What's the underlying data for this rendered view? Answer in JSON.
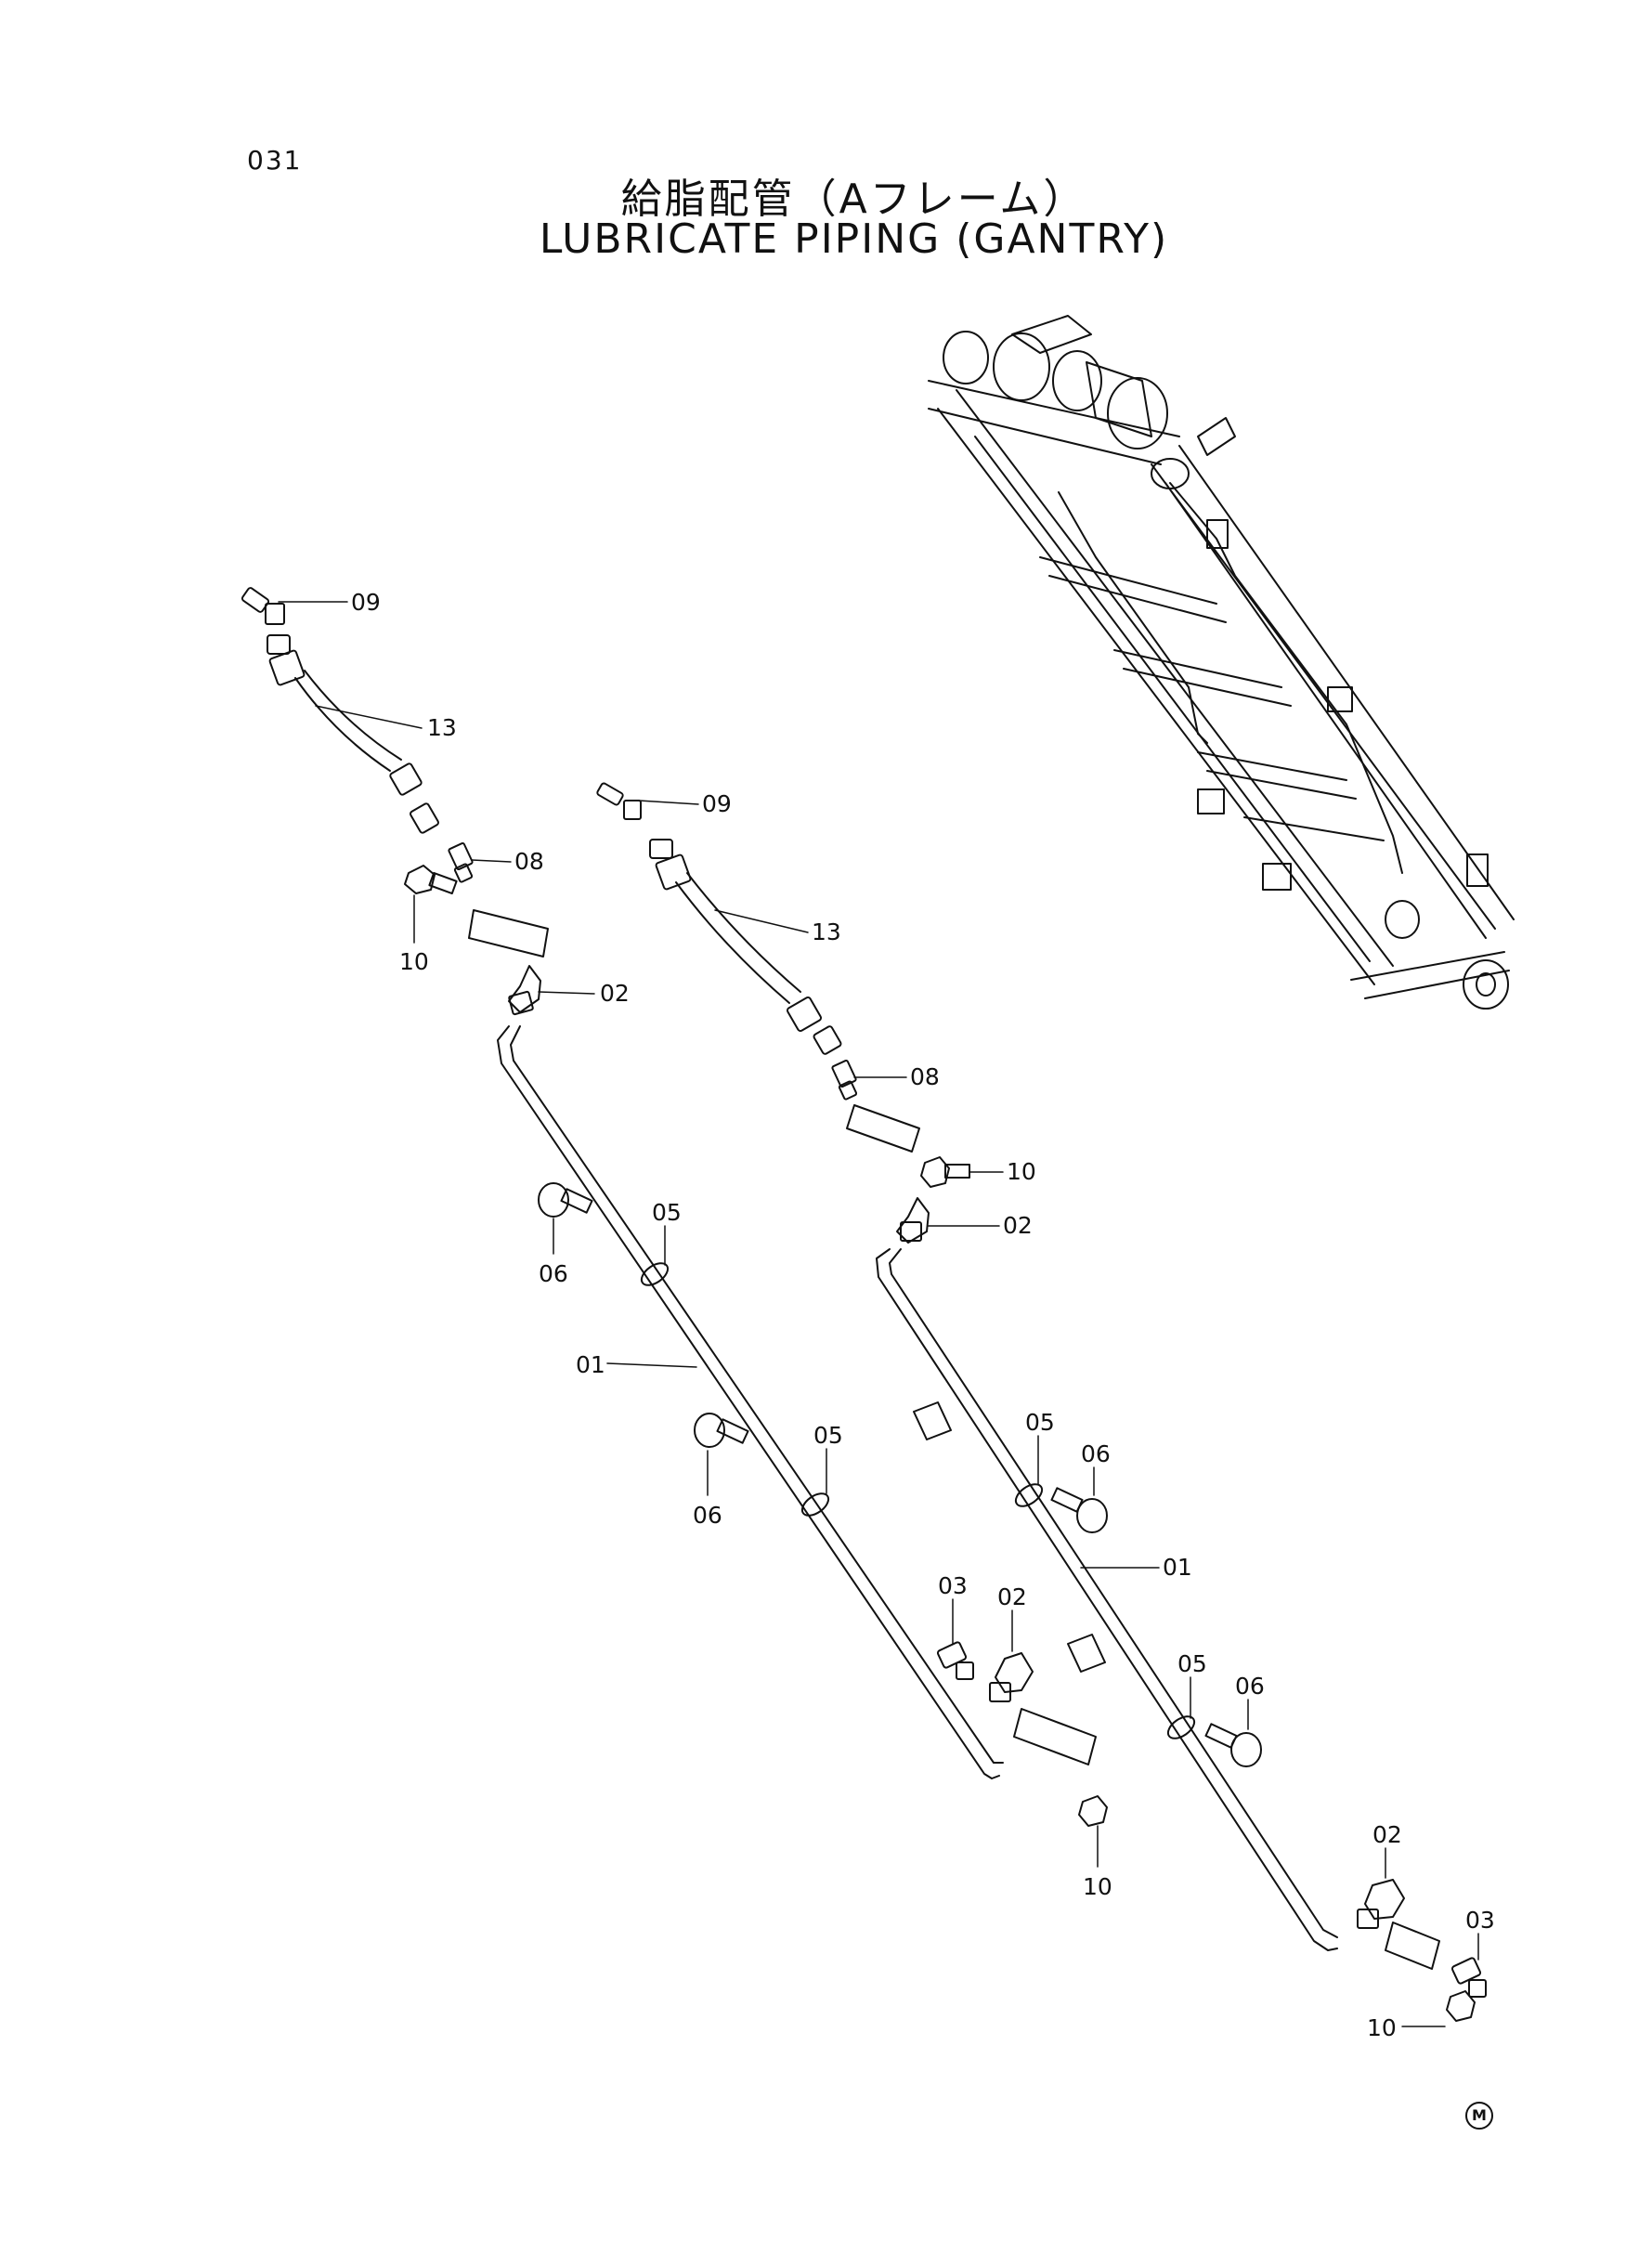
{
  "page": {
    "number": "031",
    "title_jp": "給脂配管（Aフレーム）",
    "title_en": "LUBRICATE PIPING (GANTRY)",
    "mark": "M"
  },
  "callouts": [
    {
      "id": "c09a",
      "label": "09"
    },
    {
      "id": "c13a",
      "label": "13"
    },
    {
      "id": "c08a",
      "label": "08"
    },
    {
      "id": "c10a",
      "label": "10"
    },
    {
      "id": "c02a",
      "label": "02"
    },
    {
      "id": "c05a",
      "label": "05"
    },
    {
      "id": "c06a",
      "label": "06"
    },
    {
      "id": "c01a",
      "label": "01"
    },
    {
      "id": "c05b",
      "label": "05"
    },
    {
      "id": "c06b",
      "label": "06"
    },
    {
      "id": "c03a",
      "label": "03"
    },
    {
      "id": "c02b",
      "label": "02"
    },
    {
      "id": "c10b",
      "label": "10"
    },
    {
      "id": "c09b",
      "label": "09"
    },
    {
      "id": "c13b",
      "label": "13"
    },
    {
      "id": "c08b",
      "label": "08"
    },
    {
      "id": "c10c",
      "label": "10"
    },
    {
      "id": "c02c",
      "label": "02"
    },
    {
      "id": "c05c",
      "label": "05"
    },
    {
      "id": "c06c",
      "label": "06"
    },
    {
      "id": "c01b",
      "label": "01"
    },
    {
      "id": "c05d",
      "label": "05"
    },
    {
      "id": "c06d",
      "label": "06"
    },
    {
      "id": "c02d",
      "label": "02"
    },
    {
      "id": "c03b",
      "label": "03"
    },
    {
      "id": "c10d",
      "label": "10"
    }
  ]
}
